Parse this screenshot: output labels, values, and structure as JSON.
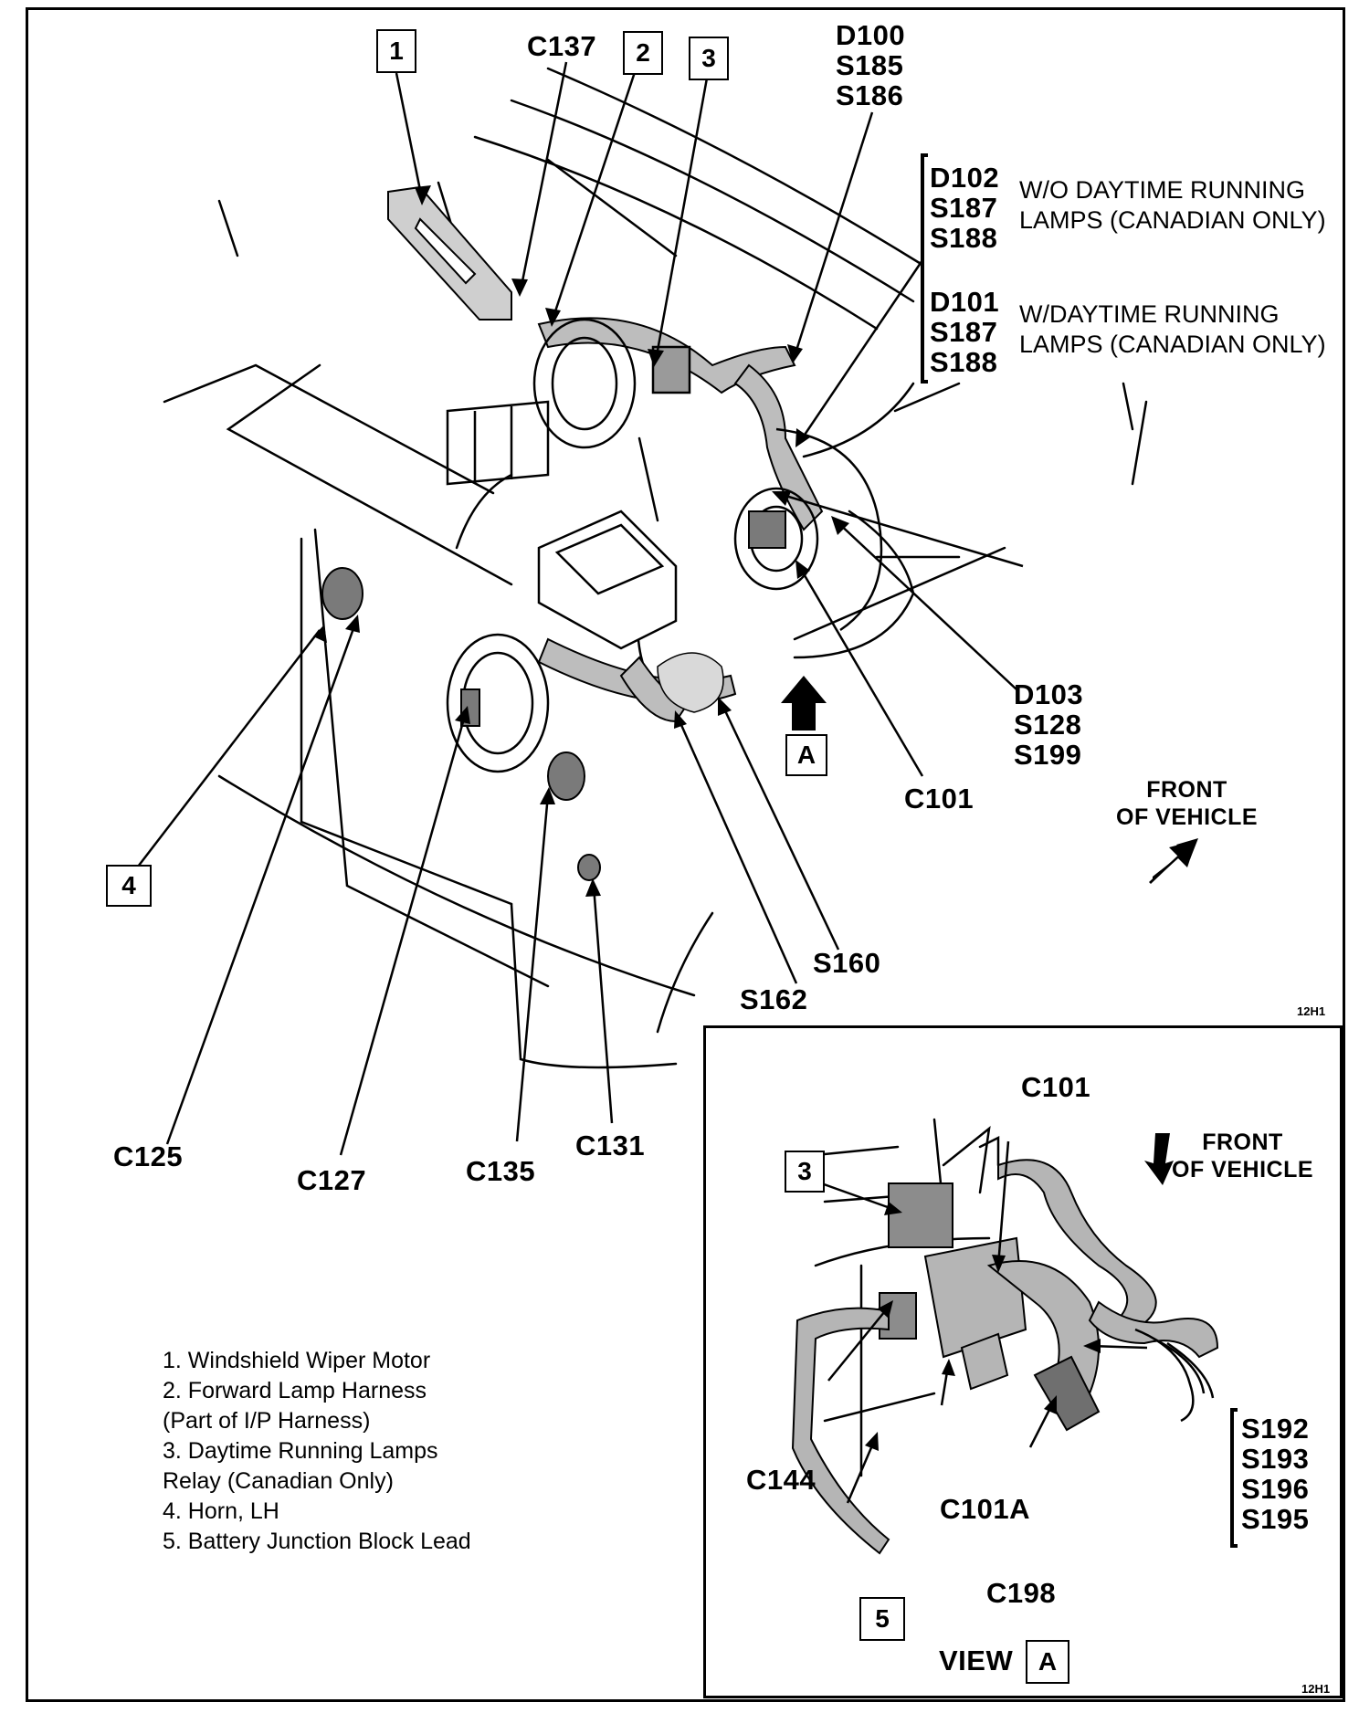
{
  "callouts": {
    "box1": "1",
    "box2": "2",
    "box3": "3",
    "box4": "4",
    "c137": "C137",
    "d100_group": [
      "D100",
      "S185",
      "S186"
    ],
    "d102_group": [
      "D102",
      "S187",
      "S188"
    ],
    "d102_note": [
      "W/O DAYTIME RUNNING",
      "LAMPS (CANADIAN ONLY)"
    ],
    "d101_group": [
      "D101",
      "S187",
      "S188"
    ],
    "d101_note": [
      "W/DAYTIME RUNNING",
      "LAMPS (CANADIAN ONLY)"
    ],
    "d103_group": [
      "D103",
      "S128",
      "S199"
    ],
    "view_a_box": "A",
    "c101": "C101",
    "front_of_vehicle": [
      "FRONT",
      "OF VEHICLE"
    ],
    "s160": "S160",
    "s162": "S162",
    "c125": "C125",
    "c127": "C127",
    "c135": "C135",
    "c131": "C131",
    "figure_code": "12H1"
  },
  "inset": {
    "box3": "3",
    "c101": "C101",
    "front_of_vehicle": [
      "FRONT",
      "OF VEHICLE"
    ],
    "c144": "C144",
    "c101a": "C101A",
    "splice_group": [
      "S192",
      "S193",
      "S196",
      "S195"
    ],
    "c198": "C198",
    "box5": "5",
    "view_label": "VIEW",
    "view_box": "A",
    "figure_code": "12H1"
  },
  "legend": [
    "1.  Windshield Wiper Motor",
    "2.  Forward Lamp Harness",
    "      (Part of I/P Harness)",
    "3.  Daytime Running Lamps",
    "      Relay (Canadian Only)",
    "4.  Horn, LH",
    "5.  Battery Junction Block Lead"
  ]
}
